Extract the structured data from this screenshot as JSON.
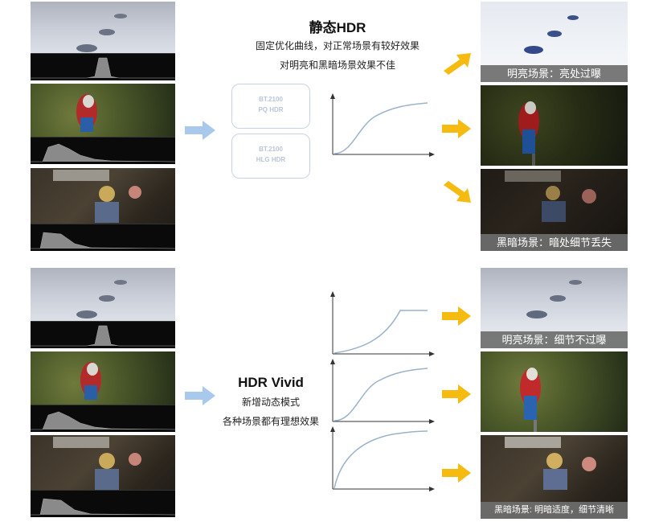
{
  "static_section": {
    "title": "静态HDR",
    "subtitle_lines": [
      "固定优化曲线，对正常场景有较好效果",
      "对明亮和黑暗场景效果不佳"
    ],
    "badges": [
      {
        "line1": "BT.2100",
        "line2": "PQ HDR"
      },
      {
        "line1": "BT.2100",
        "line2": "HLG HDR"
      }
    ],
    "outputs": [
      {
        "caption": "明亮场景：亮处过曝"
      },
      {
        "caption": ""
      },
      {
        "caption": "黑暗场景：暗处细节丢失"
      }
    ]
  },
  "vivid_section": {
    "title": "HDR Vivid",
    "subtitle_lines": [
      "新增动态模式",
      "各种场景都有理想效果"
    ],
    "outputs": [
      {
        "caption": "明亮场景：细节不过曝"
      },
      {
        "caption": ""
      },
      {
        "caption": "黑暗场景: 明暗适度，细节清晰"
      }
    ]
  },
  "colors": {
    "input_arrow": "#a8c8ec",
    "output_arrow": "#f5bb11",
    "curve": "#9ab2cc",
    "axis": "#333333",
    "badge_border": "#c6d2e4",
    "caption_bg": "#6e6e6e"
  },
  "icons": [
    "right-arrow-icon",
    "tone-curve-icon",
    "histogram-icon"
  ]
}
